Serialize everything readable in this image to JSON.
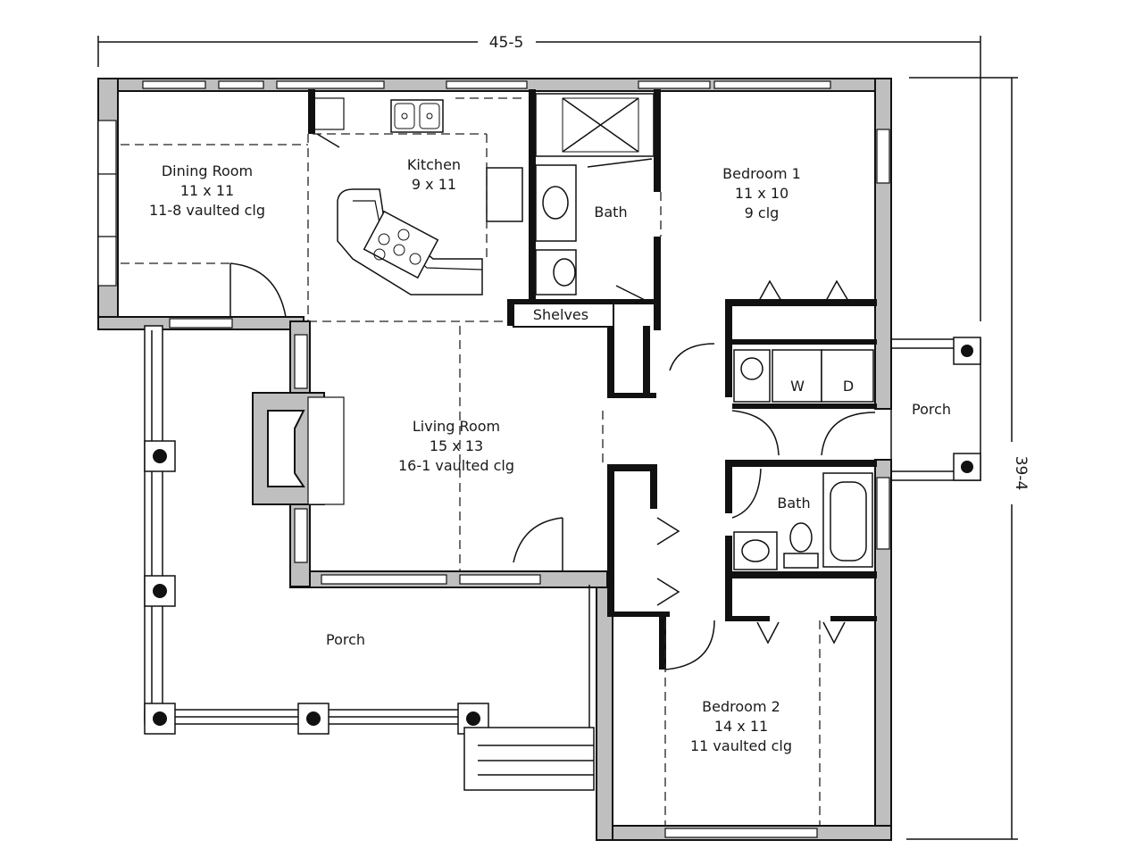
{
  "dimensions": {
    "width_label": "45-5",
    "depth_label": "39-4"
  },
  "rooms": {
    "dining": {
      "name": "Dining Room",
      "size": "11 x 11",
      "note": "11-8 vaulted clg"
    },
    "kitchen": {
      "name": "Kitchen",
      "size": "9 x 11"
    },
    "bath1": {
      "name": "Bath"
    },
    "bedroom1": {
      "name": "Bedroom 1",
      "size": "11 x 10",
      "note": "9 clg"
    },
    "shelves": {
      "name": "Shelves"
    },
    "living": {
      "name": "Living Room",
      "size": "15 x 13",
      "note": "16-1 vaulted clg"
    },
    "porch_side": {
      "name": "Porch"
    },
    "porch_front": {
      "name": "Porch"
    },
    "bath2": {
      "name": "Bath"
    },
    "bedroom2": {
      "name": "Bedroom 2",
      "size": "14 x 11",
      "note": "11 vaulted clg"
    },
    "washer": {
      "name": "W"
    },
    "dryer": {
      "name": "D"
    }
  }
}
